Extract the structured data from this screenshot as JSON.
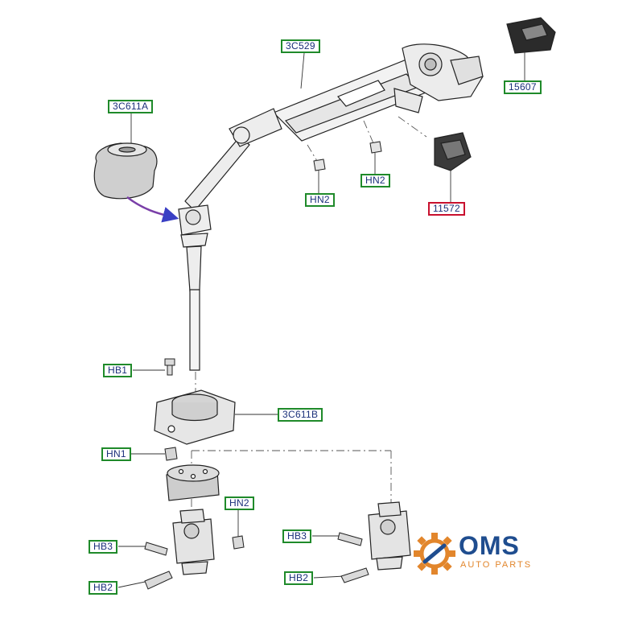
{
  "labels": {
    "c611a": "3C611A",
    "c529": "3C529",
    "p15607": "15607",
    "hn2_a": "HN2",
    "hn2_b": "HN2",
    "p11572": "11572",
    "hb1": "HB1",
    "c611b": "3C611B",
    "hn1": "HN1",
    "hn2_c": "HN2",
    "hb3_a": "HB3",
    "hb2_a": "HB2",
    "hb3_b": "HB3",
    "hb2_b": "HB2"
  },
  "logo": {
    "text": "OMS",
    "subtext": "AUTO PARTS"
  },
  "colors": {
    "label_border": "#1f8a2a",
    "label_text": "#1a2f7a",
    "highlight_border": "#c8102e",
    "arrow": "#7a3fa8",
    "logo_blue": "#1f4d8f",
    "logo_orange": "#e2862c"
  }
}
